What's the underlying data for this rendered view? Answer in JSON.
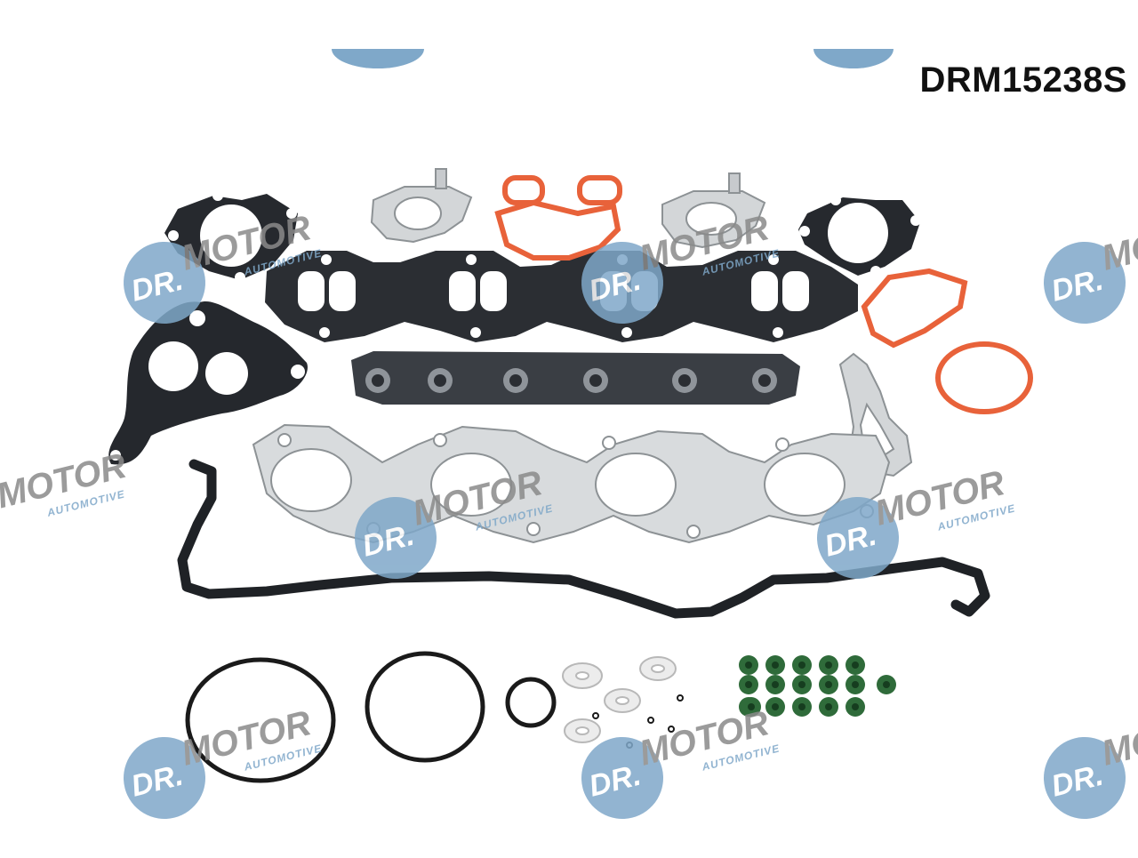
{
  "part_code": "DRM15238S",
  "watermark": {
    "brand_prefix": "DR.",
    "brand_name": "MOTOR",
    "tagline": "AUTOMOTIVE",
    "brand_color": "#7fa8c9",
    "text_color": "#8a8a8a"
  },
  "palette": {
    "gasket_black": "#2b2e33",
    "gasket_steel": "#d3d6d8",
    "gasket_orange": "#e8623a",
    "oring_black": "#1a1a1a",
    "washer_white": "#ececec",
    "seal_green": "#2f6b3a"
  },
  "items": [
    "intake-manifold-gasket",
    "exhaust-manifold-gasket",
    "valve-cover-seal",
    "injector-seal-strip",
    "vacuum-pump-gasket",
    "turbo-gaskets",
    "egr-gaskets",
    "orange-rubber-seals",
    "o-rings",
    "injector-washers",
    "valve-stem-seals"
  ]
}
